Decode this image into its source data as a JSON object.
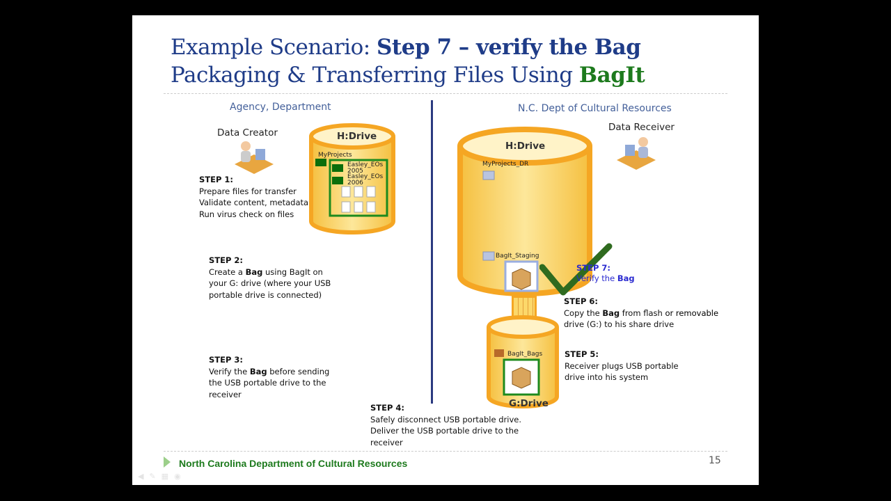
{
  "title": {
    "line1_prefix": "Example Scenario: ",
    "line1_bold": "Step 7 – verify the Bag",
    "line2_prefix": "Packaging & Transferring Files Using ",
    "line2_bold": "BagIt"
  },
  "left": {
    "heading": "Agency, Department",
    "actor": "Data Creator",
    "drive": "H:Drive",
    "folder_root": "MyProjects",
    "folders": [
      "Easley_EOs 2005",
      "Easley_EOs 2006"
    ]
  },
  "right": {
    "heading": "N.C. Dept of Cultural Resources",
    "actor": "Data Receiver",
    "drive": "H:Drive",
    "folder_root": "MyProjects_DR",
    "staging": "BagIt_Staging",
    "gdrive": "G:Drive",
    "bags_folder": "BagIt_Bags"
  },
  "steps": {
    "s1": {
      "h": "STEP 1:",
      "l1": "Prepare files for transfer",
      "l2": "Validate content, metadata",
      "l3": "Run virus check on files"
    },
    "s2": {
      "h": "STEP 2:",
      "l1a": "Create a ",
      "l1b": "Bag",
      "l1c": " using BagIt on",
      "l2": "your G: drive (where your USB",
      "l3": "portable drive is connected)"
    },
    "s3": {
      "h": "STEP 3:",
      "l1a": "Verify the ",
      "l1b": "Bag",
      "l1c": " before sending",
      "l2": "the USB portable drive to the",
      "l3": "receiver"
    },
    "s4": {
      "h": "STEP 4:",
      "l1": "Safely disconnect USB portable drive.",
      "l2": "Deliver the USB portable drive to the",
      "l3": "receiver"
    },
    "s5": {
      "h": "STEP 5:",
      "l1": "Receiver plugs USB portable",
      "l2": "drive into his system"
    },
    "s6": {
      "h": "STEP 6:",
      "l1a": "Copy the ",
      "l1b": "Bag",
      "l1c": " from flash  ",
      "l1d": "or removable",
      "l2": "drive (G:) to his share drive"
    },
    "s7": {
      "h": "STEP 7:",
      "l1a": "Verify the ",
      "l1b": "Bag"
    }
  },
  "footer": {
    "org": "North Carolina Department of Cultural Resources",
    "page": "15"
  },
  "colors": {
    "title": "#1f3c88",
    "brand_green": "#1d7a1d",
    "drive_orange": "#f5a623",
    "drive_fill": "#fcd86a",
    "divider": "#2b3a80"
  }
}
